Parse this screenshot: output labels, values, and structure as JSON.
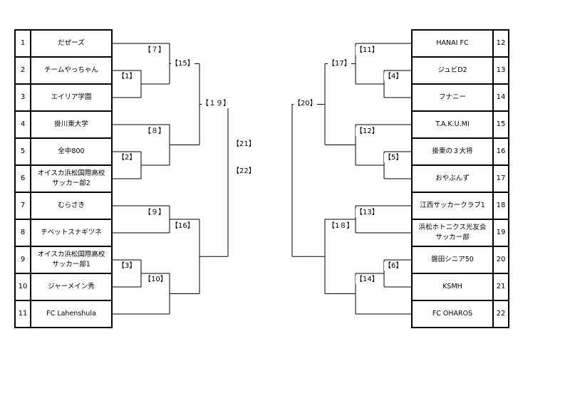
{
  "left_teams": [
    {
      "seed": "1",
      "name": "だぜーズ"
    },
    {
      "seed": "2",
      "name": "チームやっちゃん"
    },
    {
      "seed": "3",
      "name": "エイリア学園"
    },
    {
      "seed": "4",
      "name": "掛川東大学"
    },
    {
      "seed": "5",
      "name": "全中800"
    },
    {
      "seed": "6",
      "name": "オイスカ浜松国際高校\nサッカー部2"
    },
    {
      "seed": "7",
      "name": "むらさき"
    },
    {
      "seed": "8",
      "name": "チベットスナギツネ"
    },
    {
      "seed": "9",
      "name": "オイスカ浜松国際高校\nサッカー部1"
    },
    {
      "seed": "10",
      "name": "ジャーメイン秀"
    },
    {
      "seed": "11",
      "name": "FC Lahenshula"
    }
  ],
  "right_teams": [
    {
      "seed": "12",
      "name": "HANAI FC"
    },
    {
      "seed": "13",
      "name": "ジュビD2"
    },
    {
      "seed": "14",
      "name": "フナニー"
    },
    {
      "seed": "15",
      "name": "T.A.K.U.MI"
    },
    {
      "seed": "16",
      "name": "掛東の３大将"
    },
    {
      "seed": "17",
      "name": "おやぶんず"
    },
    {
      "seed": "18",
      "name": "江西サッカークラブ1"
    },
    {
      "seed": "19",
      "name": "浜松ホトニクス光友会　サッカー部"
    },
    {
      "seed": "20",
      "name": "磐田シニア50"
    },
    {
      "seed": "21",
      "name": "KSMH"
    },
    {
      "seed": "22",
      "name": "FC OHAROS"
    }
  ],
  "match_labels": {
    "m1": "【1】",
    "m2": "【2】",
    "m3": "【3】",
    "m4": "【4】",
    "m5": "【5】",
    "m6": "【6】",
    "m7": "【７】",
    "m8": "【８】",
    "m9": "【９】",
    "m10": "【10】",
    "m11": "【11】",
    "m12": "【12】",
    "m13": "【13】",
    "m14": "【14】",
    "m15": "【15】",
    "m16": "【16】",
    "m17": "【17】",
    "m18": "【1８】",
    "m19": "【１９】",
    "m20": "【20】",
    "m21": "【21】",
    "m22": "【22】"
  }
}
